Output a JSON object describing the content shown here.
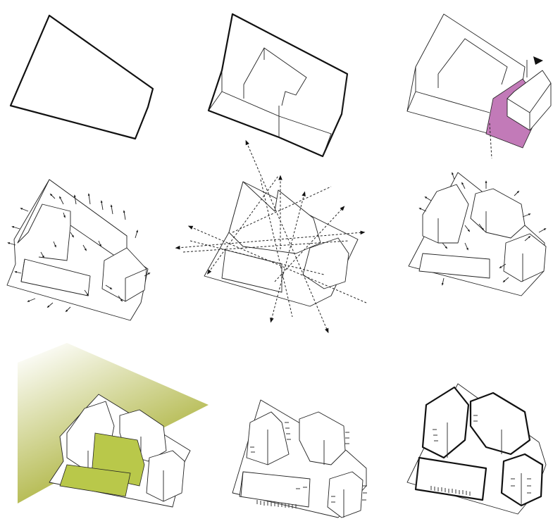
{
  "colors": {
    "highlight": "#c27ab8",
    "landscape": "#a6ad2e",
    "landscape_fade": "#ffffff",
    "court": "#b9c84a",
    "line": "#222222"
  },
  "panels": [
    {
      "step": 1,
      "content": "site-outline"
    },
    {
      "step": 2,
      "content": "perimeter-block"
    },
    {
      "step": 3,
      "content": "block-shifted-corner"
    },
    {
      "step": 4,
      "content": "orientation-arrows"
    },
    {
      "step": 5,
      "content": "view-corridors"
    },
    {
      "step": 6,
      "content": "fragmented-volumes"
    },
    {
      "step": 7,
      "content": "green-landscape"
    },
    {
      "step": 8,
      "content": "facade-openings"
    },
    {
      "step": 9,
      "content": "final-volumes"
    }
  ]
}
